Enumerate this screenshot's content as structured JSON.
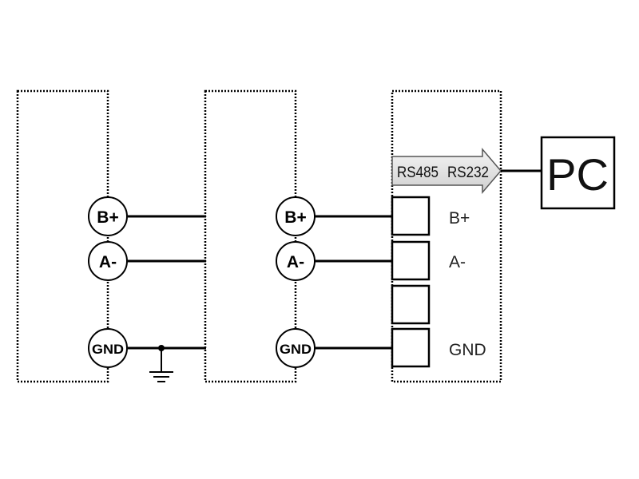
{
  "device1": {
    "terminals": {
      "b_plus": "B+",
      "a_minus": "A-",
      "gnd": "GND"
    }
  },
  "device2": {
    "terminals": {
      "b_plus": "B+",
      "a_minus": "A-",
      "gnd": "GND"
    }
  },
  "converter": {
    "arrow_label_left": "RS485",
    "arrow_label_right": "RS232",
    "terminal_labels": {
      "b_plus": "B+",
      "a_minus": "A-",
      "gnd": "GND"
    }
  },
  "pc": {
    "label": "PC"
  }
}
